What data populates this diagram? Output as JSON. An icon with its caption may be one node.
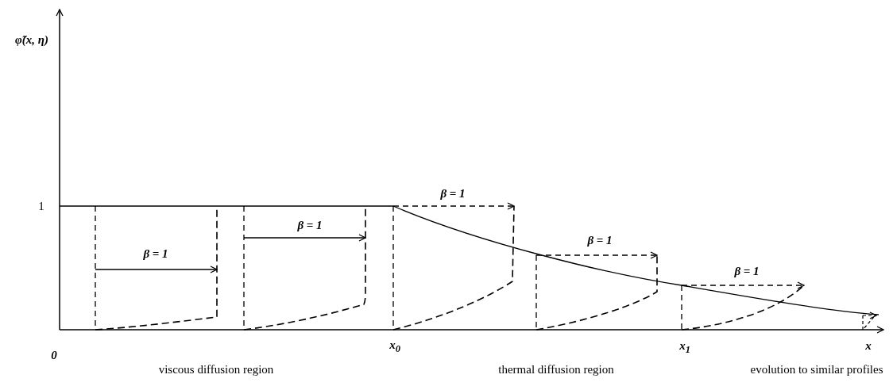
{
  "diagram": {
    "labels": [
      "φ̃(*x*, *η*)",
      "1",
      "β = 1",
      "β = 1",
      "β = 1",
      "β = 1",
      "β = 1",
      "0",
      "x$_{0}$",
      "x$_{1}$",
      "x",
      "viscous diffusion region",
      "thermal diffusion region",
      "evolution to similar profiles"
    ]
  }
}
